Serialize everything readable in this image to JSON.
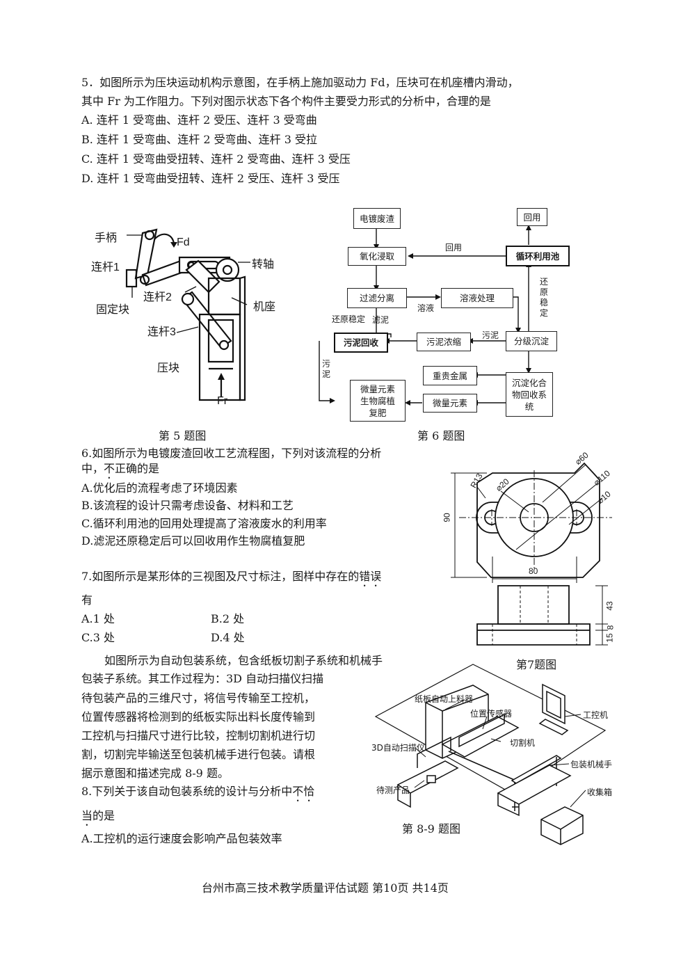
{
  "q5": {
    "stem_1": "5．如图所示为压块运动机构示意图，在手柄上施加驱动力 Fd，压块可在机座槽内滑动，",
    "stem_2": "其中 Fr 为工作阻力。下列对图示状态下各个构件主要受力形式的分析中，合理的是",
    "options": [
      "A. 连杆 1 受弯曲、连杆 2 受压、连杆 3 受弯曲",
      "B. 连杆 1 受弯曲、连杆 2 受弯曲、连杆 3 受拉",
      "C. 连杆 1 受弯曲受扭转、连杆 2 受弯曲、连杆 3 受压",
      "D. 连杆 1 受弯曲受扭转、连杆 2 受压、连杆 3 受压"
    ],
    "figure": {
      "handle": "手柄",
      "fd": "Fd",
      "link1": "连杆1",
      "axis": "转轴",
      "fixed_block": "固定块",
      "link2": "连杆2",
      "base": "机座",
      "link3": "连杆3",
      "press_block": "压块",
      "fr": "Fr",
      "caption": "第 5 题图"
    }
  },
  "q6_figure": {
    "nodes": {
      "slag": "电镀废渣",
      "reuse_top": "回用",
      "oxidize": "氧化浸取",
      "recycle_pool": "循环利用池",
      "filter": "过滤分离",
      "solution_treat": "溶液处理",
      "sludge_recover": "污泥回收",
      "sludge_concentrate": "污泥浓缩",
      "graded_settle": "分级沉淀",
      "precious_metal": "重贵金属",
      "precip_system": "沉淀化合物回收系统",
      "trace_element": "微量元素",
      "fertilizer": "微量元素生物腐植复肥"
    },
    "edge_labels": {
      "reuse": "回用",
      "solution": "溶液",
      "stabilize_sludge": "还原稳定",
      "filter_mud": "滤泥",
      "sludge_a": "污泥",
      "sludge_b": "污泥",
      "reduce_stable": "还原稳定"
    },
    "caption": "第 6 题图"
  },
  "q6": {
    "stem_1": "6.如图所示为电镀废渣回收工艺流程图，下列对该流程的分析",
    "stem_2_pre": "中，",
    "stem_2_em": "不",
    "stem_2_post": "正确的是",
    "options": [
      "A.优化后的流程考虑了环境因素",
      "B.该流程的设计只需考虑设备、材料和工艺",
      "C.循环利用池的回用处理提高了溶液废水的利用率",
      "D.滤泥还原稳定后可以回收用作生物腐植复肥"
    ]
  },
  "q7": {
    "stem_1_pre": "7.如图所示是某形体的三视图及尺寸标注，图样中存在的",
    "stem_1_em": "错误",
    "stem_2": "有",
    "options": [
      "A.1 处",
      "B.2 处",
      "C.3 处",
      "D.4 处"
    ],
    "figure": {
      "r13": "R13",
      "d20": "⌀20",
      "d60": "⌀60",
      "d110": "⌀110",
      "d10": "⌀10",
      "h90": "90",
      "w80": "80",
      "h43": "43",
      "h8": "8",
      "h15": "15",
      "caption": "第7题图"
    }
  },
  "q89_intro": {
    "lines": [
      "如图所示为自动包装系统，包含纸板切割子系统和机械手",
      "包装子系统。其工作过程为：3D 自动扫描仪扫描",
      "待包装产品的三维尺寸，将信号传输至工控机，",
      "位置传感器将检测到的纸板实际出料长度传输到",
      "工控机与扫描尺寸进行比较，控制切割机进行切",
      "割，切割完毕输送至包装机械手进行包装。请根",
      "据示意图和描述完成 8-9 题。"
    ]
  },
  "q8": {
    "stem_1_pre": "8.下列关于该自动包装系统的设计与分析中",
    "stem_1_em": "不恰",
    "stem_2_em": "当",
    "stem_2_post": "的是",
    "option_a": "A.工控机的运行速度会影响产品包装效率"
  },
  "q89_figure": {
    "feeder": "纸板自动上料器",
    "sensor": "位置传感器",
    "controller": "工控机",
    "cutter": "切割机",
    "scanner": "3D自动扫描仪",
    "robot": "包装机械手",
    "product": "待测产品",
    "box": "收集箱",
    "caption": "第 8-9 题图"
  },
  "footer": "台州市高三技术教学质量评估试题 第10页 共14页"
}
